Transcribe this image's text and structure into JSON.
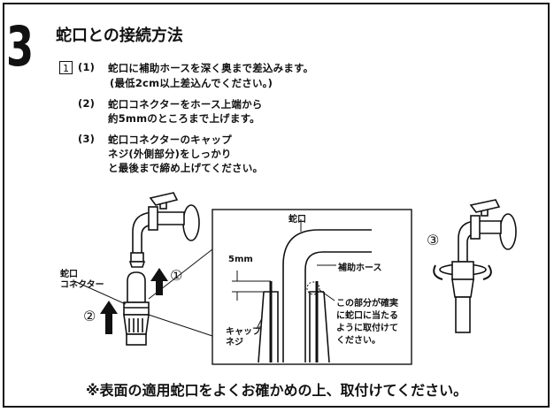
{
  "step": {
    "number": "3",
    "title": "蛇口との接続方法"
  },
  "instructions": {
    "box_label": "1",
    "item1_prefix": "(1)",
    "item1_line1": "蛇口に補助ホースを深く奥まで差込みます。",
    "item1_line2": "(最低2cm以上差込んでください。)",
    "item2_prefix": "(2)",
    "item2_line1": "蛇口コネクターをホース上端から",
    "item2_line2": "約5mmのところまで上げます。",
    "item3_prefix": "(3)",
    "item3_line1": "蛇口コネクターのキャップ",
    "item3_line2": "ネジ(外側部分)をしっかり",
    "item3_line3": "と最後まで締め上げてください。"
  },
  "figure": {
    "left_label_line1": "蛇口",
    "left_label_line2": "コネクター",
    "arrow1_label": "①",
    "arrow2_label": "②",
    "arrow3_label": "③",
    "detail_faucet": "蛇口",
    "detail_5mm": "5mm",
    "detail_hose": "補助ホース",
    "detail_cap_line1": "キャップ",
    "detail_cap_line2": "ネジ",
    "detail_note_line1": "この部分が確実",
    "detail_note_line2": "に蛇口に当たる",
    "detail_note_line3": "ように取付けて",
    "detail_note_line4": "ください。"
  },
  "footer_note": "※表面の適用蛇口をよくお確かめの上、取付けてください。"
}
